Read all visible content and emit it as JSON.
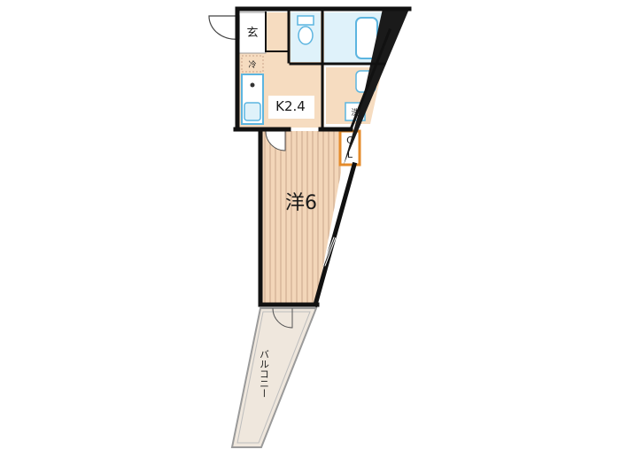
{
  "rooms": {
    "entrance": "玄",
    "fridge": "冷",
    "kitchen": "K2.4",
    "laundry": "洗",
    "closet_top": "C",
    "closet_bottom": "L",
    "western_room": "洋6",
    "balcony": "バルコニー"
  },
  "colors": {
    "wall": "#111111",
    "kitchen_floor": "#f6dcc0",
    "room_floor": "#f3d6b9",
    "room_stripes": "#c9a58a",
    "wet_area": "#dff2fa",
    "fixture_blue": "#5cb5e0",
    "closet_border": "#e58b2a",
    "balcony_floor": "#efe7dd",
    "balcony_edge": "#9a9a9a",
    "hatch_dark": "#1a1a1a"
  }
}
